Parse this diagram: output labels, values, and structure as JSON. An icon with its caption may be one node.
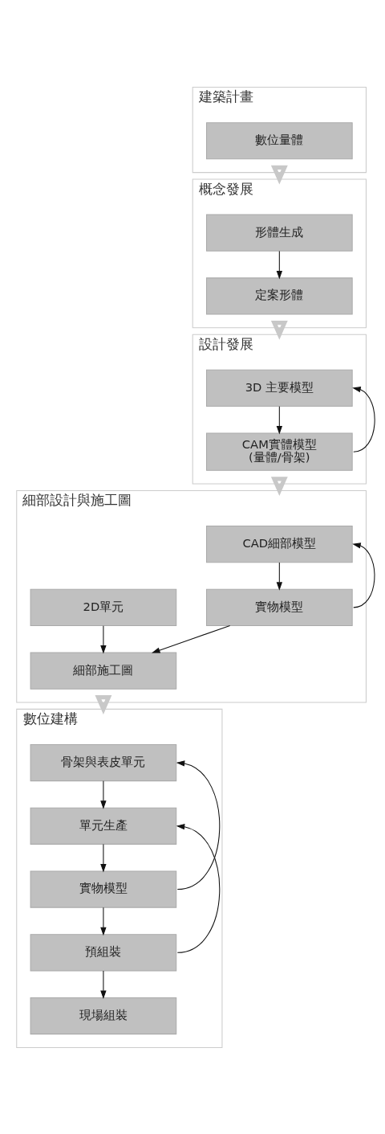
{
  "diagram": {
    "nodes": [
      {
        "text": [
          "建築計畫"
        ]
      },
      {
        "text": [
          "數位量體"
        ],
        "in": 0
      },
      {
        "text": [
          "概念發展"
        ]
      },
      {
        "text": [
          "形體生成"
        ],
        "in": 2
      },
      {
        "text": [
          "定案形體"
        ],
        "in": 2
      },
      {
        "text": [
          "設計發展"
        ]
      },
      {
        "text": [
          "3D 主要模型"
        ],
        "in": 5
      },
      {
        "text": [
          "CAM實體模型",
          "(量體/骨架)"
        ],
        "in": 5
      },
      {
        "text": [
          "細部設計與施工圖"
        ]
      },
      {
        "text": [
          "CAD細部模型"
        ],
        "in": 8
      },
      {
        "text": [
          "2D單元"
        ],
        "in": 8
      },
      {
        "text": [
          "實物模型"
        ],
        "in": 8
      },
      {
        "text": [
          "細部施工圖"
        ],
        "in": 8
      },
      {
        "text": [
          "數位建構"
        ]
      },
      {
        "text": [
          "骨架與表皮單元"
        ],
        "in": 13
      },
      {
        "text": [
          "單元生產"
        ],
        "in": 13
      },
      {
        "text": [
          "實物模型"
        ],
        "in": 13
      },
      {
        "text": [
          "預組裝"
        ],
        "in": 13
      },
      {
        "text": [
          "現場組裝"
        ],
        "in": 13
      }
    ],
    "edges": [
      {
        "from": 0,
        "to": 2,
        "arrow": "to",
        "style": "thick",
        "color": "#c8c8c8"
      },
      {
        "from": 3,
        "to": 4,
        "arrow": "to"
      },
      {
        "from": 2,
        "to": 5,
        "arrow": "to",
        "style": "thick",
        "color": "#c8c8c8"
      },
      {
        "from": 6,
        "to": 7,
        "arrow": "to"
      },
      {
        "from": 7,
        "to": 6,
        "arrow": "to"
      },
      {
        "from": 5,
        "to": 8,
        "arrow": "to",
        "style": "thick",
        "color": "#c8c8c8"
      },
      {
        "from": 9,
        "to": 11,
        "arrow": "to"
      },
      {
        "from": 11,
        "to": 9,
        "arrow": "to"
      },
      {
        "from": 10,
        "to": 12,
        "arrow": "to"
      },
      {
        "from": 11,
        "to": 12,
        "arrow": "to"
      },
      {
        "from": 8,
        "to": 13,
        "arrow": "to",
        "style": "thick",
        "color": "#c8c8c8"
      },
      {
        "from": 14,
        "to": 15,
        "arrow": "to"
      },
      {
        "from": 15,
        "to": 16,
        "arrow": "to"
      },
      {
        "from": 16,
        "to": 17,
        "arrow": "to"
      },
      {
        "from": 17,
        "to": 18,
        "arrow": "to"
      },
      {
        "from": 16,
        "to": 14,
        "arrow": "to"
      },
      {
        "from": 17,
        "to": 15,
        "arrow": "to"
      }
    ]
  }
}
